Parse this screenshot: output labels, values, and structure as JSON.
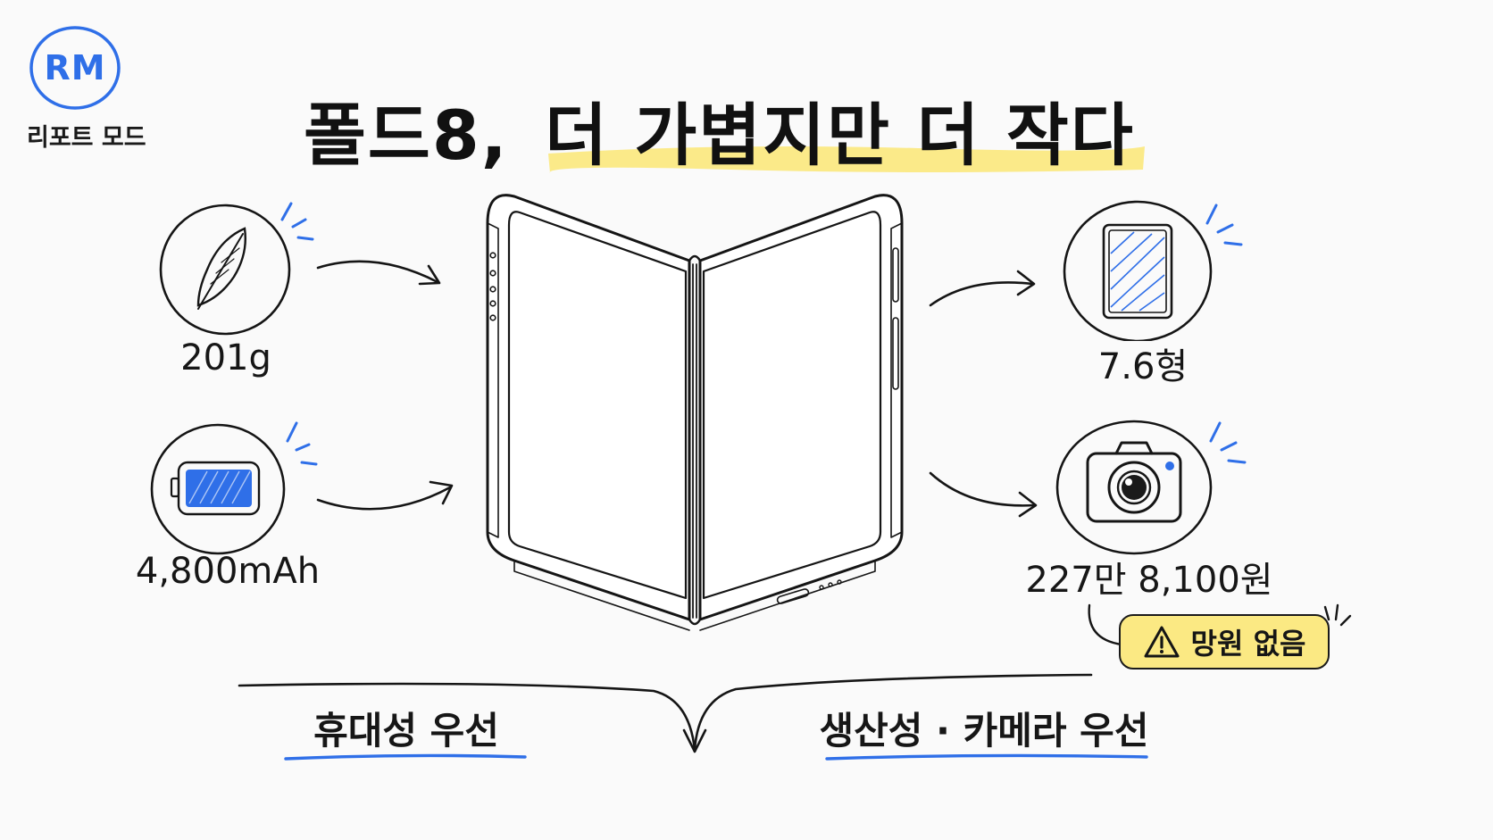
{
  "badge": {
    "logo_text": "RM",
    "mode_label": "리포트 모드"
  },
  "title": {
    "part_plain": "폴드8,",
    "part_highlighted": "더 가볍지만 더 작다"
  },
  "specs": {
    "weight": {
      "value": "201g",
      "icon": "feather-icon"
    },
    "battery": {
      "value": "4,800mAh",
      "icon": "battery-icon"
    },
    "screen": {
      "value": "7.6형",
      "icon": "tablet-icon"
    },
    "price": {
      "value": "227만 8,100원",
      "icon": "camera-icon"
    }
  },
  "warning": {
    "text": "망원 없음",
    "icon": "warning-triangle-icon"
  },
  "tradeoff": {
    "left_label": "휴대성 우선",
    "right_label": "생산성 · 카메라 우선"
  },
  "colors": {
    "accent_blue": "#2f6fe8",
    "highlight_yellow": "#fbe983",
    "ink": "#161616",
    "background": "#fafafa"
  }
}
